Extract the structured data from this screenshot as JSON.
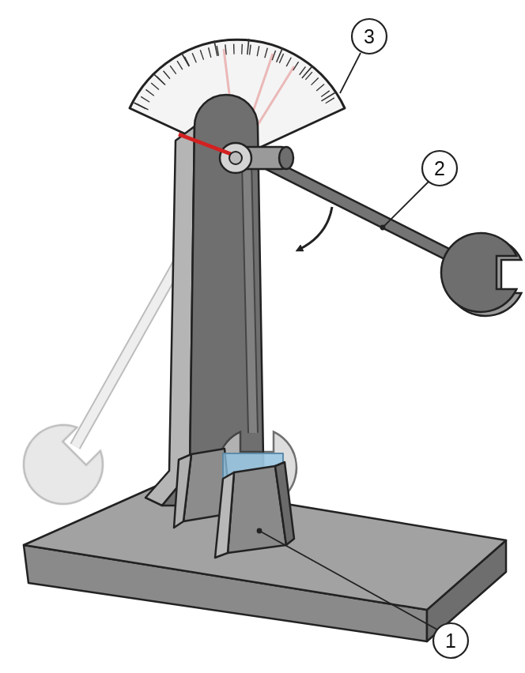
{
  "diagram": {
    "labels": [
      "3",
      "2",
      "1"
    ]
  }
}
